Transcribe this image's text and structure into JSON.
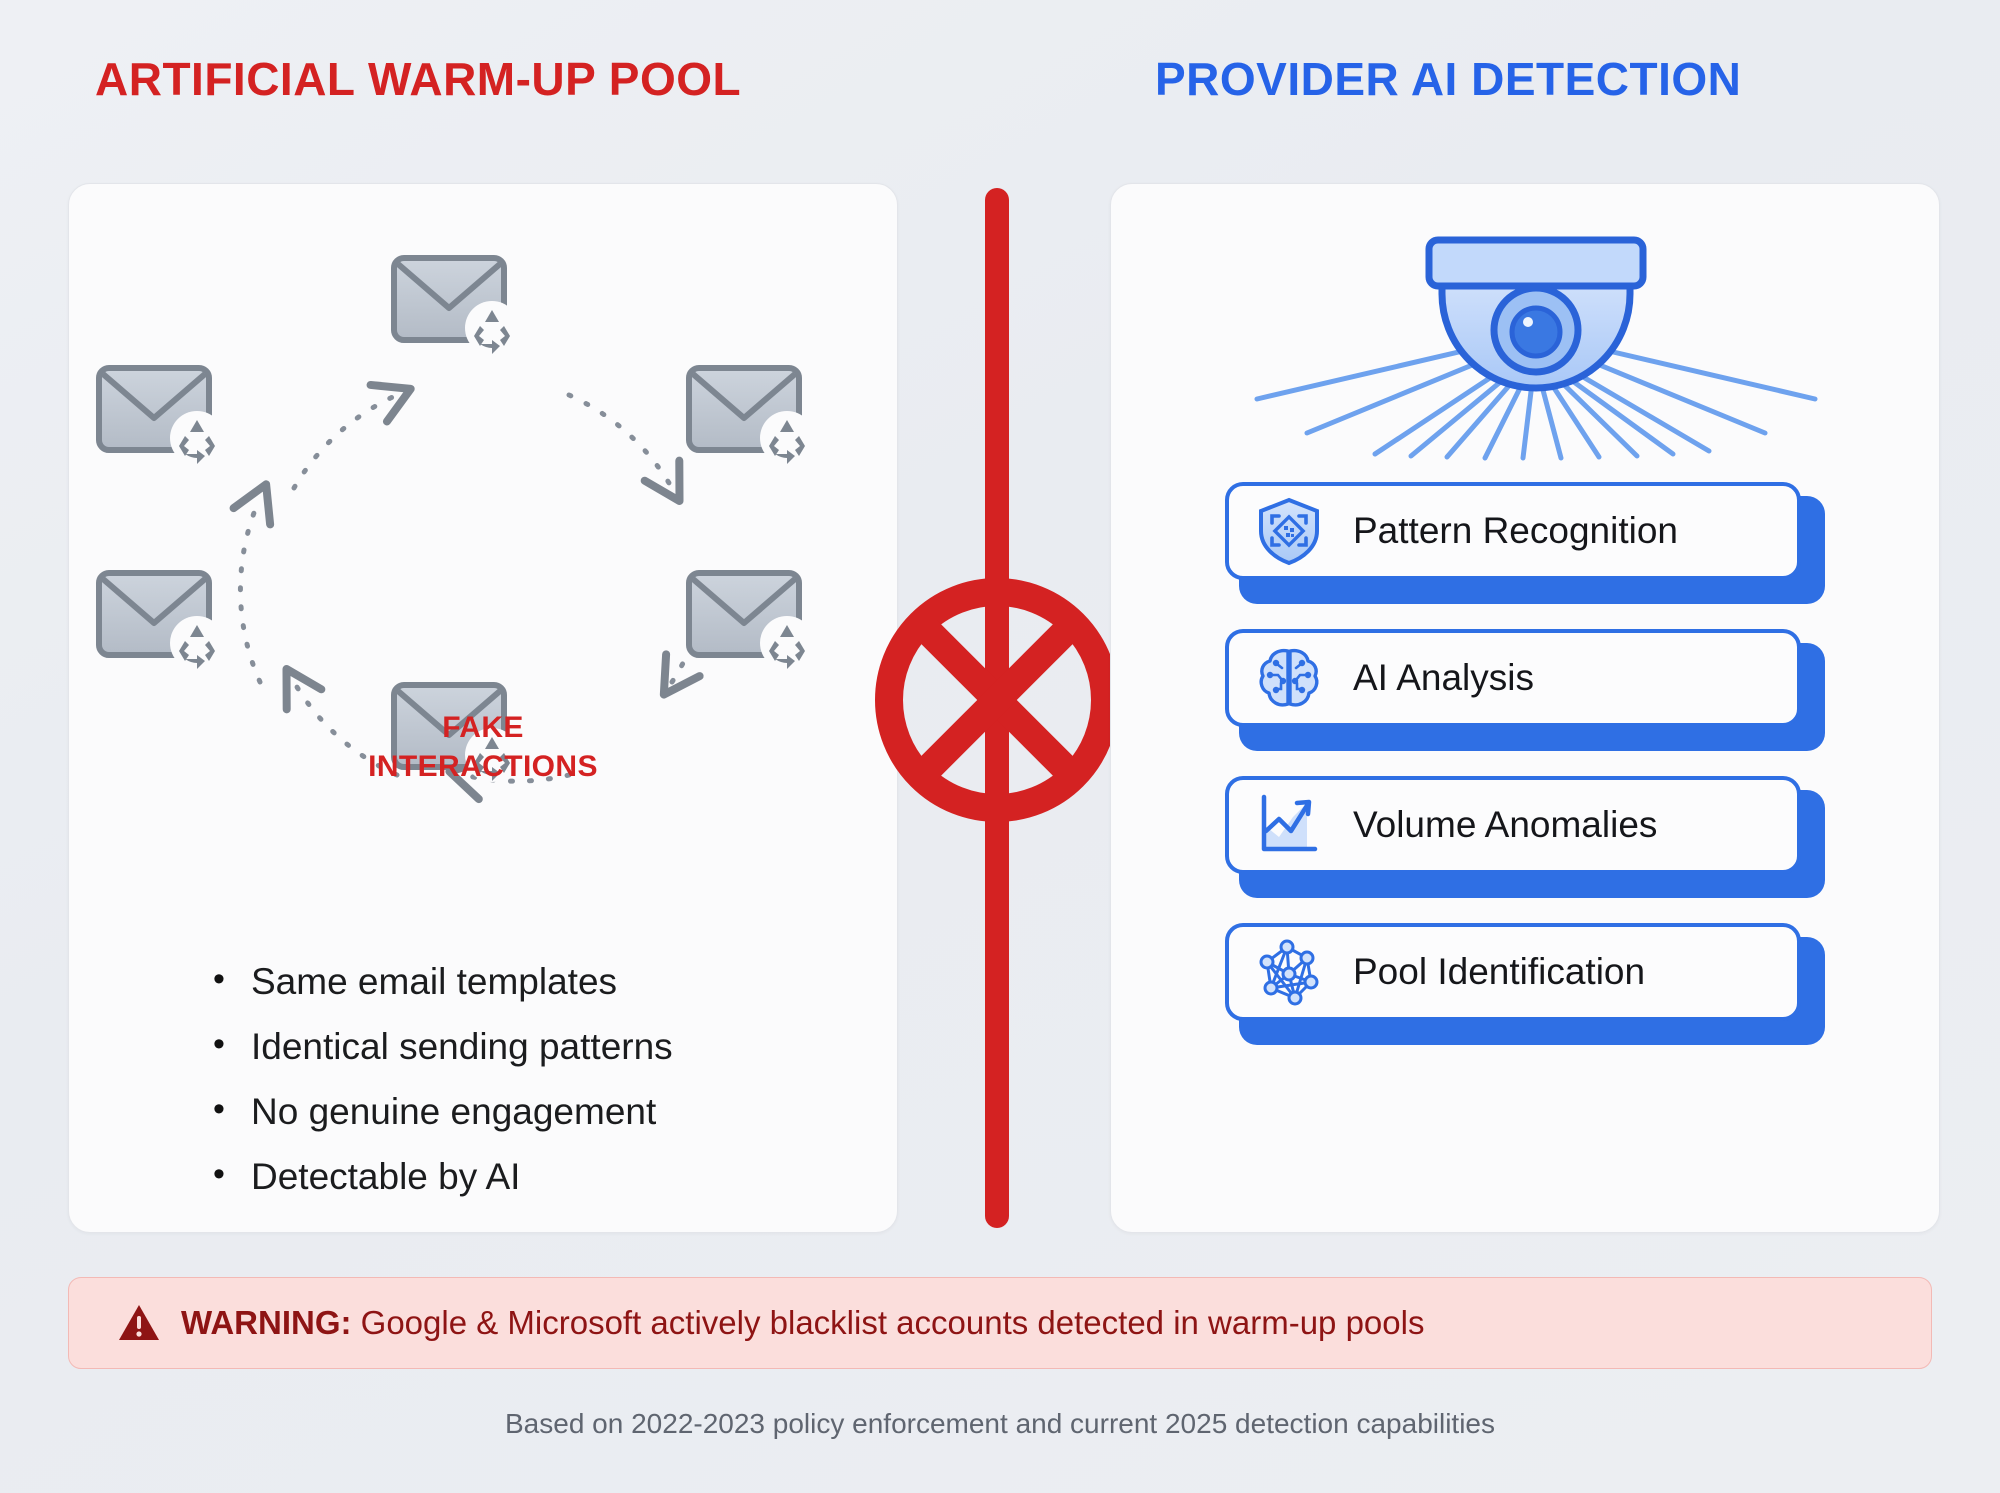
{
  "headings": {
    "left": "ARTIFICIAL WARM-UP POOL",
    "right": "PROVIDER AI DETECTION"
  },
  "left_panel": {
    "center_label_line1": "FAKE",
    "center_label_line2": "INTERACTIONS",
    "ring": {
      "node_count": 6,
      "node_icon": "envelope-recycle-icon",
      "connector_style": "dotted-arrow",
      "direction": "clockwise"
    },
    "bullets": [
      "Same email templates",
      "Identical sending patterns",
      "No genuine engagement",
      "Detectable by AI"
    ]
  },
  "right_panel": {
    "header_icon": "security-camera-icon",
    "cards": [
      {
        "label": "Pattern Recognition",
        "icon": "shield-scan-icon"
      },
      {
        "label": "AI Analysis",
        "icon": "brain-circuit-icon"
      },
      {
        "label": "Volume Anomalies",
        "icon": "chart-trend-up-icon"
      },
      {
        "label": "Pool Identification",
        "icon": "network-graph-icon"
      }
    ]
  },
  "divider": {
    "icon": "prohibition-x-icon"
  },
  "warning": {
    "icon": "warning-triangle-icon",
    "prefix": "WARNING:",
    "message": " Google & Microsoft actively blacklist accounts detected in warm-up pools"
  },
  "footer": "Based on 2022-2023 policy enforcement and current 2025 detection capabilities",
  "colors": {
    "red": "#d42222",
    "blue": "#2663e8",
    "card_blue": "#2f6fe4",
    "envelope_gray": "#aab2bd",
    "warning_bg": "#fbdedc",
    "warning_text": "#8e1414"
  }
}
